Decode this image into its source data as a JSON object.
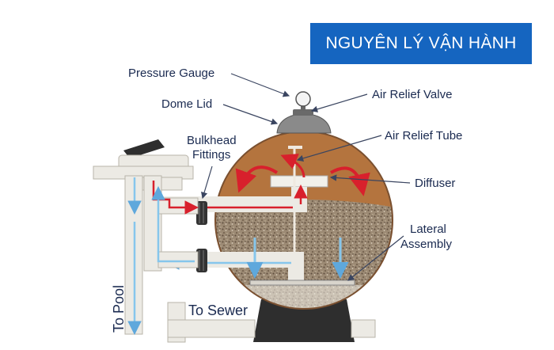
{
  "banner": {
    "title": "NGUYÊN LÝ VẬN HÀNH"
  },
  "labels": {
    "pressure_gauge": "Pressure Gauge",
    "dome_lid": "Dome Lid",
    "air_relief_valve": "Air Relief Valve",
    "air_relief_tube": "Air Relief Tube",
    "bulkhead_line1": "Bulkhead",
    "bulkhead_line2": "Fittings",
    "diffuser": "Diffuser",
    "lateral_line1": "Lateral",
    "lateral_line2": "Assembly",
    "to_pool": "To Pool",
    "to_sewer": "To Sewer"
  },
  "colors": {
    "banner": "#1565c0",
    "label_text": "#1a2a50",
    "water_layer": "#b4743e",
    "sand_layer": "#9c8a74",
    "flow_in": "#d8202c",
    "flow_out": "#86c6ec",
    "pipe": "#eceae4",
    "base": "#2e2e2e"
  }
}
